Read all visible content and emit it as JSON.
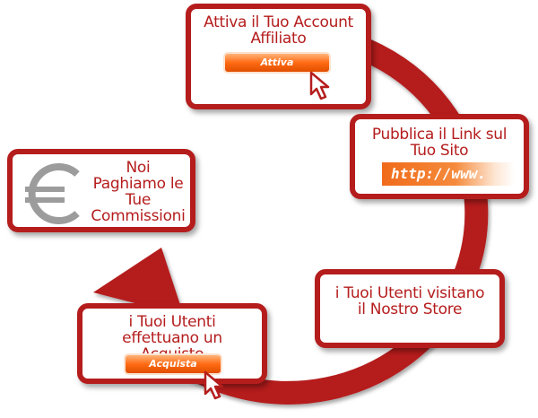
{
  "steps": [
    {
      "id": "activate",
      "title": "Attiva il Tuo Account Affiliato",
      "button": "Attiva"
    },
    {
      "id": "publish",
      "title": "Pubblica il Link sul Tuo Sito",
      "url_text": "http://www."
    },
    {
      "id": "visit",
      "title": "i Tuoi Utenti visitano il Nostro Store"
    },
    {
      "id": "purchase",
      "title": "i Tuoi Utenti effettuano un Acquisto",
      "button": "Acquista"
    },
    {
      "id": "pay",
      "title": "Noi Paghiamo le Tue Commissioni",
      "icon": "euro-icon"
    }
  ],
  "colors": {
    "accent": "#b51d1d",
    "button": "#ff6a12",
    "icon_gray": "#9c9c9c"
  }
}
